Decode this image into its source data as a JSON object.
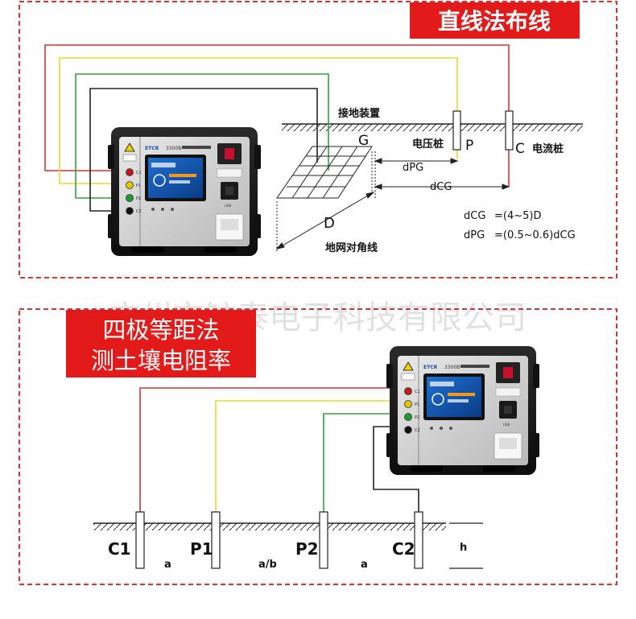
{
  "top_panel": {
    "title": "直线法布线",
    "label_grounding_device": "接地装置",
    "label_G": "G",
    "label_voltage_stake": "电压桩",
    "label_P": "P",
    "label_C": "C",
    "label_current_stake": "电流桩",
    "label_dpg": "dPG",
    "label_dcg": "dCG",
    "label_D": "D",
    "label_grid_diagonal": "地网对角线",
    "formula_1_lhs": "dCG",
    "formula_1_rhs": "=(4~5)D",
    "formula_2_lhs": "dPG",
    "formula_2_rhs": "=(0.5~0.6)dCG"
  },
  "watermark": "广州市铱泰电子科技有限公司",
  "bottom_panel": {
    "title_line1": "四极等距法",
    "title_line2": "测土壤电阻率",
    "label_C1": "C1",
    "label_P1": "P1",
    "label_P2": "P2",
    "label_C2": "C2",
    "label_a_left": "a",
    "label_ab": "a/b",
    "label_a_right": "a",
    "label_h": "h"
  },
  "instrument": {
    "ports": [
      "C1",
      "P1",
      "P2",
      "C2"
    ],
    "brand": "ETCR",
    "model": "3300B"
  },
  "colors": {
    "frame_red": "#e03030",
    "title_bg": "#e21a1a",
    "wire_red": "#e03030",
    "wire_yellow": "#e8d82a",
    "wire_green": "#2aa63a",
    "wire_black": "#222222"
  }
}
